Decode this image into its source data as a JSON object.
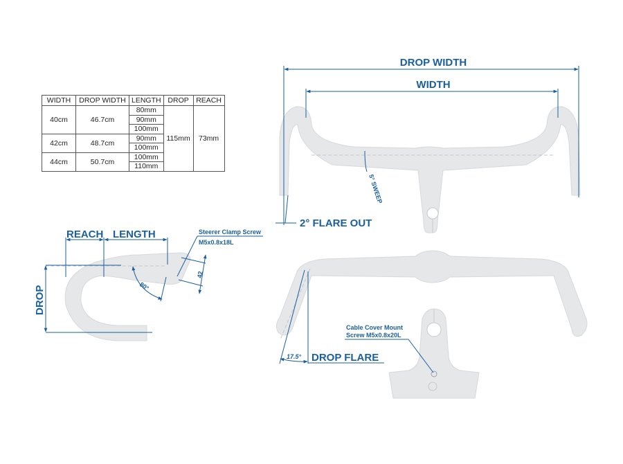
{
  "spec_table": {
    "headers": [
      "WIDTH",
      "DROP WIDTH",
      "LENGTH",
      "DROP",
      "REACH"
    ],
    "groups": [
      {
        "width": "40cm",
        "drop_width": "46.7cm",
        "lengths": [
          "80mm",
          "90mm",
          "100mm"
        ]
      },
      {
        "width": "42cm",
        "drop_width": "48.7cm",
        "lengths": [
          "90mm",
          "100mm"
        ]
      },
      {
        "width": "44cm",
        "drop_width": "50.7cm",
        "lengths": [
          "100mm",
          "110mm"
        ]
      }
    ],
    "drop": "115mm",
    "reach": "73mm"
  },
  "labels": {
    "drop_width": "DROP WIDTH",
    "width": "WIDTH",
    "flare_out": "2° FLARE OUT",
    "sweep": "5° SWEEP",
    "reach": "REACH",
    "length": "LENGTH",
    "drop": "DROP",
    "angle_80": "80°",
    "clamp_height": "42",
    "steerer_clamp_screw": "Steerer Clamp Screw",
    "steerer_clamp_screw_spec": "M5x0.8x18L",
    "drop_flare_angle": "17.5°",
    "drop_flare": "DROP FLARE",
    "cable_cover_mount": "Cable Cover Mount",
    "cable_cover_screw_spec": "Screw M5x0.8x20L"
  },
  "colors": {
    "accent": "#1a5fa0",
    "part": "#e5e7e9"
  }
}
